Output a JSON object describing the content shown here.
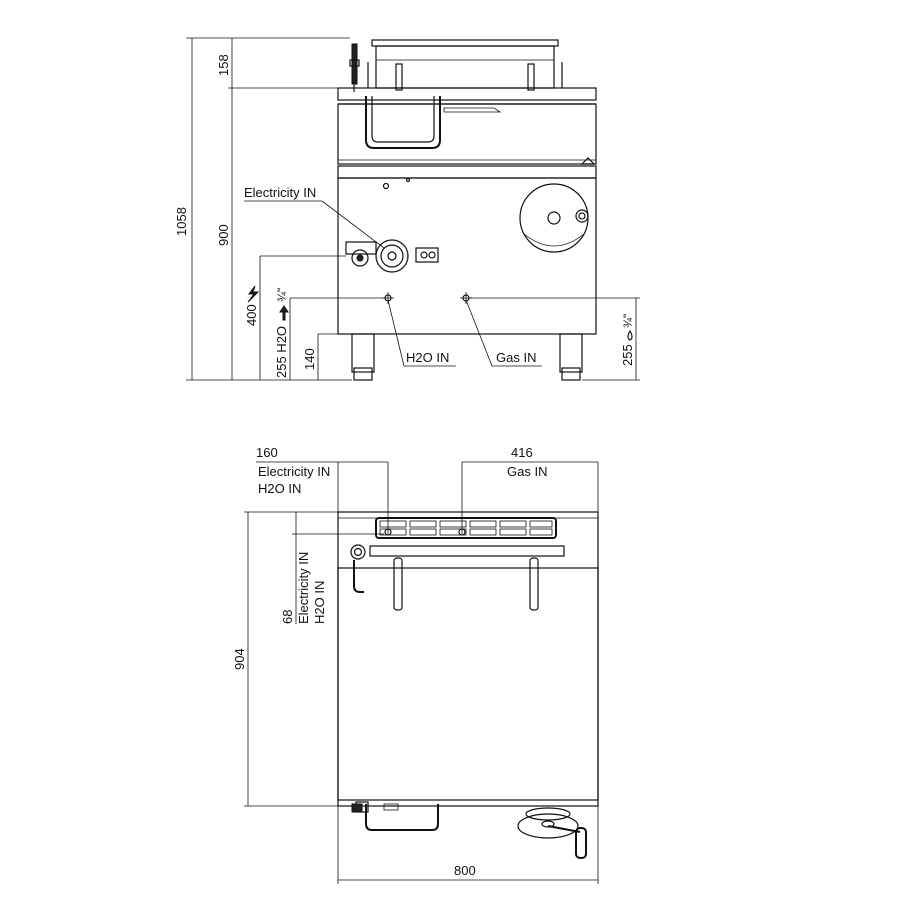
{
  "front_view": {
    "dimensions": {
      "overall_height": "1058",
      "lid_height": "158",
      "body_height": "900",
      "electricity_height": "400",
      "h2o_height": "255 H2O",
      "h2o_size": "¾\"",
      "leg_height": "140",
      "gas_height": "255",
      "gas_size": "¾\""
    },
    "labels": {
      "electricity_in": "Electricity IN",
      "h2o_in": "H2O IN",
      "gas_in": "Gas IN"
    }
  },
  "top_view": {
    "dimensions": {
      "electricity_offset": "160",
      "gas_offset": "416",
      "depth": "904",
      "rear_offset": "68",
      "width": "800"
    },
    "labels": {
      "electricity_in": "Electricity IN",
      "h2o_in": "H2O IN",
      "gas_in": "Gas IN",
      "side_electricity_in": "Electricity IN",
      "side_h2o_in": "H2O IN"
    }
  }
}
